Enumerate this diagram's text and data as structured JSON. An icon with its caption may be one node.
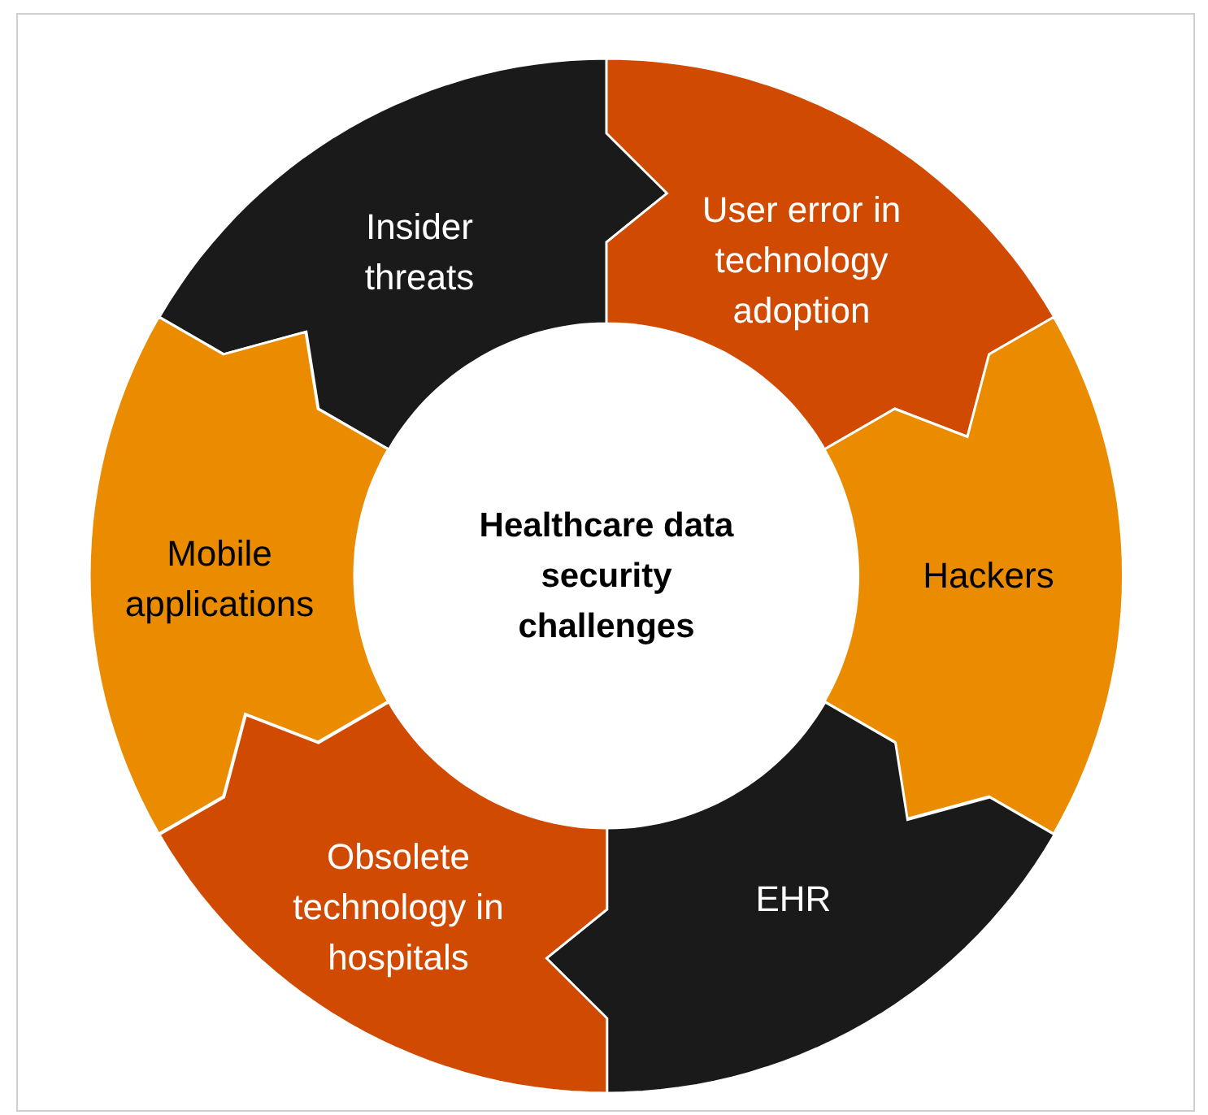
{
  "diagram": {
    "nodes": [
      {
        "text": [
          "Healthcare data security challenges"
        ]
      },
      {
        "text": [
          "Insider threats"
        ]
      },
      {
        "text": [
          "User error in technology adoption"
        ]
      },
      {
        "text": [
          "Hackers"
        ]
      },
      {
        "text": [
          "EHR"
        ]
      },
      {
        "text": [
          "Obsolete technology in hospitals"
        ]
      },
      {
        "text": [
          "Mobile applications"
        ]
      }
    ]
  }
}
